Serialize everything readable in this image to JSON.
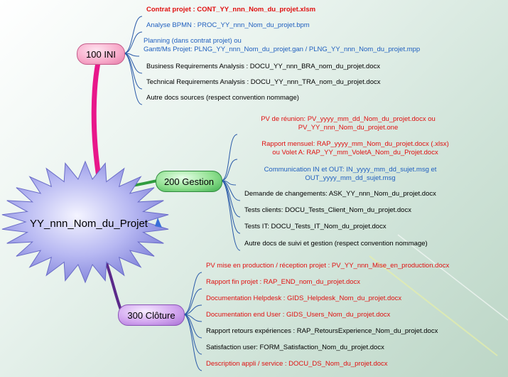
{
  "root": {
    "label": "YY_nnn_Nom_du_Projet"
  },
  "branches": [
    {
      "label": "100 INI",
      "items": [
        {
          "lines": [
            "Contrat projet : CONT_YY_nnn_Nom_du_projet.xlsm"
          ],
          "color": "#e01010"
        },
        {
          "lines": [
            "Analyse BPMN : PROC_YY_nnn_Nom_du_projet.bpm"
          ],
          "color": "#1f5fbf"
        },
        {
          "lines": [
            "Planning (dans contrat projet) ou",
            "Gantt/Ms Projet: PLNG_YY_nnn_Nom_du_projet.gan / PLNG_YY_nnn_Nom_du_projet.mpp"
          ],
          "color": "#1f5fbf"
        },
        {
          "lines": [
            "Business Requirements Analysis : DOCU_YY_nnn_BRA_nom_du_projet.docx"
          ],
          "color": "#000000"
        },
        {
          "lines": [
            "Technical Requirements Analysis : DOCU_YY_nnn_TRA_nom_du_projet.docx"
          ],
          "color": "#000000"
        },
        {
          "lines": [
            "Autre docs sources (respect convention nommage)"
          ],
          "color": "#000000"
        }
      ]
    },
    {
      "label": "200 Gestion",
      "items": [
        {
          "lines": [
            "PV de réunion: PV_yyyy_mm_dd_Nom_du_projet.docx ou",
            "PV_YY_nnn_Nom_du_projet.one"
          ],
          "color": "#e01010"
        },
        {
          "lines": [
            "Rapport mensuel: RAP_yyyy_mm_Nom_du_projet.docx (.xlsx)",
            "ou Volet A: RAP_YY_mm_VoletA_Nom_du_Projet.docx"
          ],
          "color": "#e01010"
        },
        {
          "lines": [
            "Communication IN et OUT: IN_yyyy_mm_dd_sujet.msg et",
            "OUT_yyyy_mm_dd_sujet.msg"
          ],
          "color": "#1f5fbf"
        },
        {
          "lines": [
            "Demande de changements: ASK_YY_nnn_Nom_du_projet.docx"
          ],
          "color": "#000000"
        },
        {
          "lines": [
            "Tests clients: DOCU_Tests_Client_Nom_du_projet.docx"
          ],
          "color": "#000000"
        },
        {
          "lines": [
            "Tests IT: DOCU_Tests_IT_Nom_du_projet.docx"
          ],
          "color": "#000000"
        },
        {
          "lines": [
            "Autre docs de suivi et gestion (respect convention nommage)"
          ],
          "color": "#000000"
        }
      ]
    },
    {
      "label": "300 Clôture",
      "items": [
        {
          "lines": [
            "PV mise en production / réception projet : PV_YY_nnn_Mise_en_production.docx"
          ],
          "color": "#e01010"
        },
        {
          "lines": [
            "Rapport fin projet : RAP_END_nom_du_projet.docx"
          ],
          "color": "#e01010"
        },
        {
          "lines": [
            "Documentation Helpdesk : GIDS_Helpdesk_Nom_du_projet.docx"
          ],
          "color": "#e01010"
        },
        {
          "lines": [
            "Documentation end User : GIDS_Users_Nom_du_projet.docx"
          ],
          "color": "#e01010"
        },
        {
          "lines": [
            "Rapport retours expériences : RAP_RetoursExperience_Nom_du_projet.docx"
          ],
          "color": "#000000"
        },
        {
          "lines": [
            "Satisfaction user: FORM_Satisfaction_Nom_du_projet.docx"
          ],
          "color": "#000000"
        },
        {
          "lines": [
            "Description appli / service : DOCU_DS_Nom_du_projet.docx"
          ],
          "color": "#e01010"
        }
      ]
    }
  ]
}
